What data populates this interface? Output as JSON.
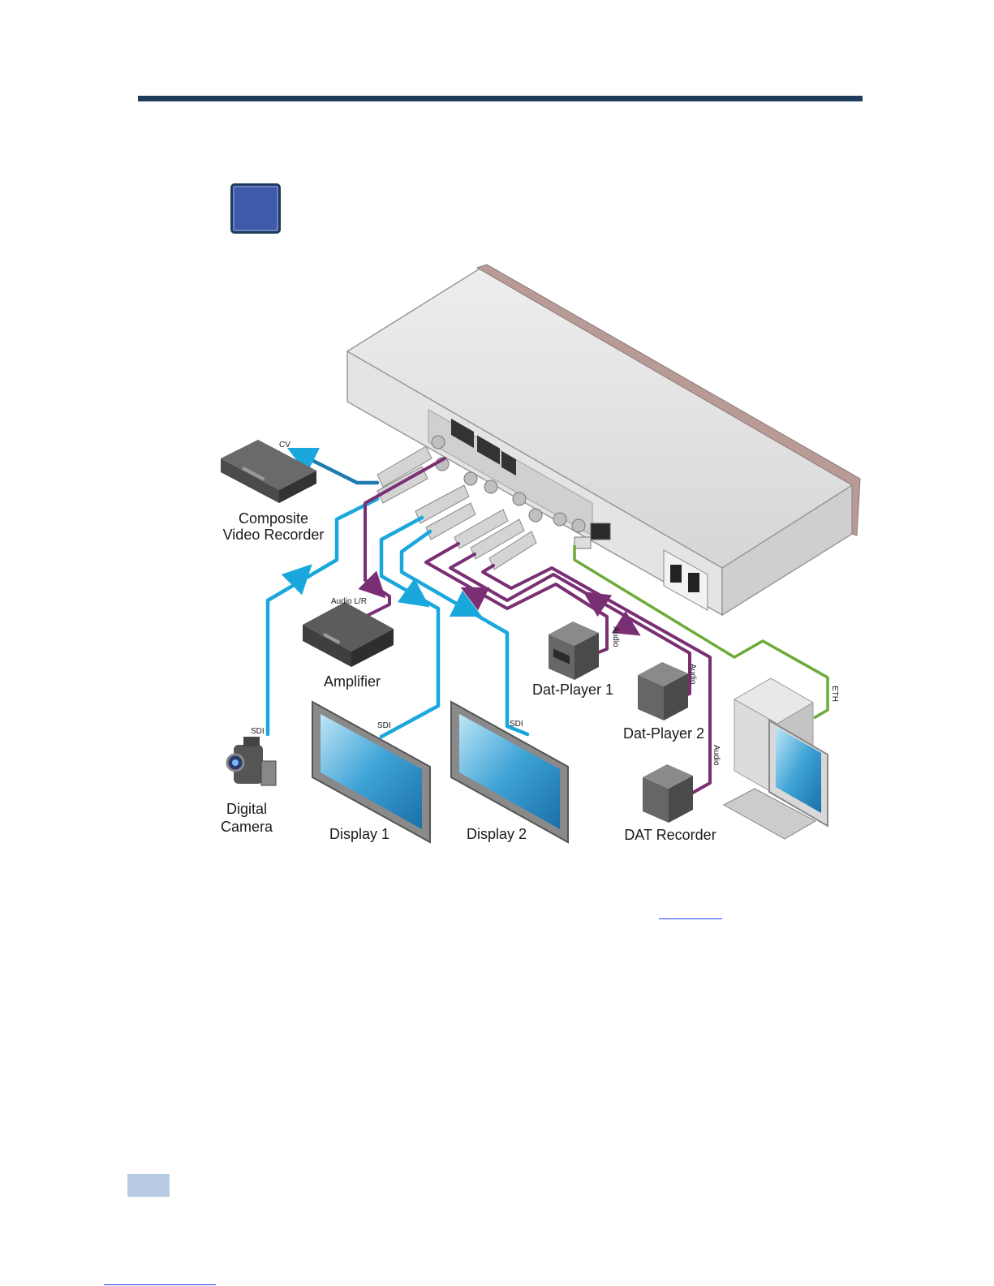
{
  "devices": {
    "composite_recorder": "Composite\nVideo Recorder",
    "amplifier": "Amplifier",
    "digital_camera": "Digital\nCamera",
    "display_1": "Display 1",
    "display_2": "Display 2",
    "dat_player_1": "Dat-Player 1",
    "dat_player_2": "Dat-Player 2",
    "dat_recorder": "DAT Recorder"
  },
  "cables": {
    "cv": "CV",
    "audio_lr": "Audio L/R",
    "sdi_camera": "SDI",
    "sdi_display1": "SDI",
    "sdi_display2": "SDI",
    "audio_player1": "Audio",
    "audio_player2": "Audio",
    "audio_recorder": "Audio",
    "eth": "ETH"
  },
  "colors": {
    "video_cable": "#1aa8dc",
    "cv_cable": "#1c7bb0",
    "audio_cable": "#7a2f74",
    "eth_cable": "#6cab38",
    "rule": "#1f3c5c",
    "note_box": "#3f5aa8",
    "page_tab": "#b8cce4"
  }
}
